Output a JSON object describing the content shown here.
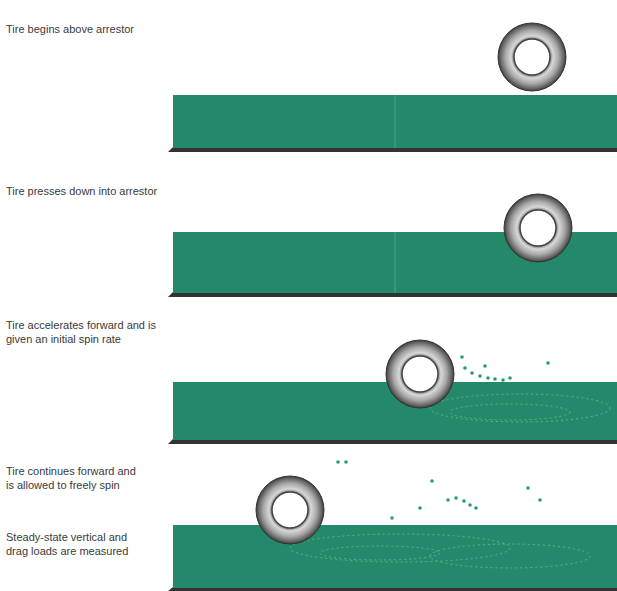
{
  "diagram": {
    "labels": [
      "Tire begins above arrestor",
      "Tire presses down into arrestor",
      "Tire accelerates forward and is given an initial spin rate",
      "Tire continues forward and is allowed to freely spin",
      "Steady-state vertical and drag loads are measured"
    ]
  }
}
